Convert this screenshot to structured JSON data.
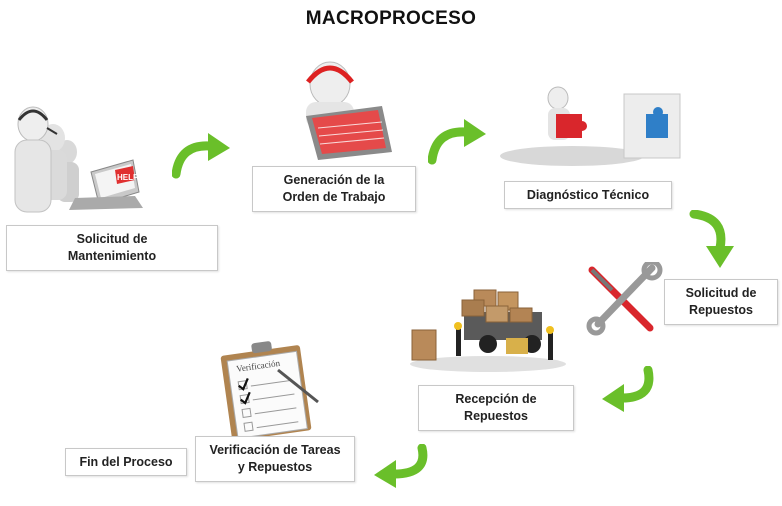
{
  "title": "MACROPROCESO",
  "steps": [
    {
      "label": "Solicitud de\nMantenimiento"
    },
    {
      "label": "Generación de la\nOrden de Trabajo"
    },
    {
      "label": "Diagnóstico Técnico"
    },
    {
      "label": "Solicitud de\nRepuestos"
    },
    {
      "label": "Recepción de\nRepuestos"
    },
    {
      "label": "Verificación de Tareas\ny Repuestos"
    },
    {
      "label": "Fin del Proceso"
    }
  ],
  "images": {
    "help_sign": "HELP!",
    "verification_header": "Verificación",
    "icons": [
      "call-center-icon",
      "computer-operator-icon",
      "puzzle-diagnosis-icon",
      "wrench-screwdriver-icon",
      "delivery-truck-icon",
      "checklist-clipboard-icon"
    ]
  },
  "colors": {
    "arrow": "#6abf2a",
    "puzzle_red": "#d9262c",
    "puzzle_blue": "#2f7fc8"
  }
}
